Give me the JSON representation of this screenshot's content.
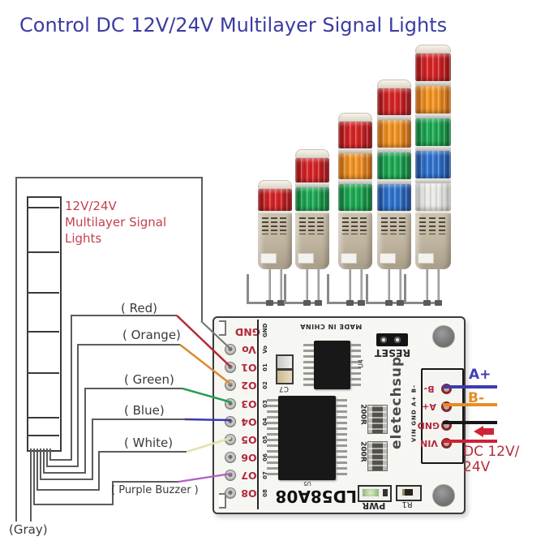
{
  "title": "Control DC 12V/24V Multilayer Signal Lights",
  "diagram": {
    "annotation_lines": [
      "12V/24V",
      "Multilayer Signal",
      "Lights"
    ],
    "wire_labels": [
      {
        "label": "( Red)",
        "color_name": "red",
        "connects_to": "O1"
      },
      {
        "label": "( Orange)",
        "color_name": "orange",
        "connects_to": "O2"
      },
      {
        "label": "( Green)",
        "color_name": "green",
        "connects_to": "O3"
      },
      {
        "label": "( Blue)",
        "color_name": "blue",
        "connects_to": "O4"
      },
      {
        "label": "( White)",
        "color_name": "white",
        "connects_to": "O5"
      },
      {
        "label": "( Purple Buzzer )",
        "color_name": "purple",
        "connects_to": "O7"
      },
      {
        "label": "(Gray)",
        "color_name": "gray",
        "connects_to": "Vo"
      }
    ]
  },
  "towers": [
    {
      "layers": [
        "red"
      ]
    },
    {
      "layers": [
        "red",
        "green"
      ]
    },
    {
      "layers": [
        "red",
        "orange",
        "green"
      ]
    },
    {
      "layers": [
        "red",
        "orange",
        "green",
        "blue"
      ]
    },
    {
      "layers": [
        "red",
        "orange",
        "green",
        "blue",
        "white"
      ]
    }
  ],
  "board": {
    "brand": "eletechsup",
    "model": "LD58A08",
    "made_in": "MADE IN CHINA",
    "reset_label": "RESET",
    "left_pins": [
      "GND",
      "Vo",
      "O1",
      "O2",
      "O3",
      "O4",
      "O5",
      "O6",
      "O7",
      "O8"
    ],
    "left_pins_silk": [
      "GND",
      "Vo",
      "01",
      "02",
      "03",
      "04",
      "05",
      "06",
      "07",
      "08"
    ],
    "refs": {
      "u4": "U4",
      "u5": "U5",
      "c7": "C7",
      "r1": "R1",
      "pwr": "PWR",
      "resistor1": "200R",
      "resistor2": "200R"
    },
    "power_connector": {
      "silk_row": "VIN GND A+ B-",
      "pins": [
        "B-",
        "A+",
        "GND",
        "VIN"
      ]
    }
  },
  "power_wiring": {
    "a_plus_label": "A+",
    "b_minus_label": "B-",
    "supply_line1": "DC 12V/",
    "supply_line2": "24V"
  },
  "colors": {
    "title": "#3b3ba3",
    "annotation": "#c4404e",
    "pin_silk_red": "#b22a3c",
    "wire_red": "#b52838",
    "wire_orange": "#dd8833",
    "wire_green": "#2a9a55",
    "wire_blue": "#3a3aae",
    "wire_white": "#e6e0a8",
    "wire_purple": "#b060c0",
    "wire_gray": "#787878",
    "supply_red": "#cf2334",
    "supply_black": "#161616"
  }
}
